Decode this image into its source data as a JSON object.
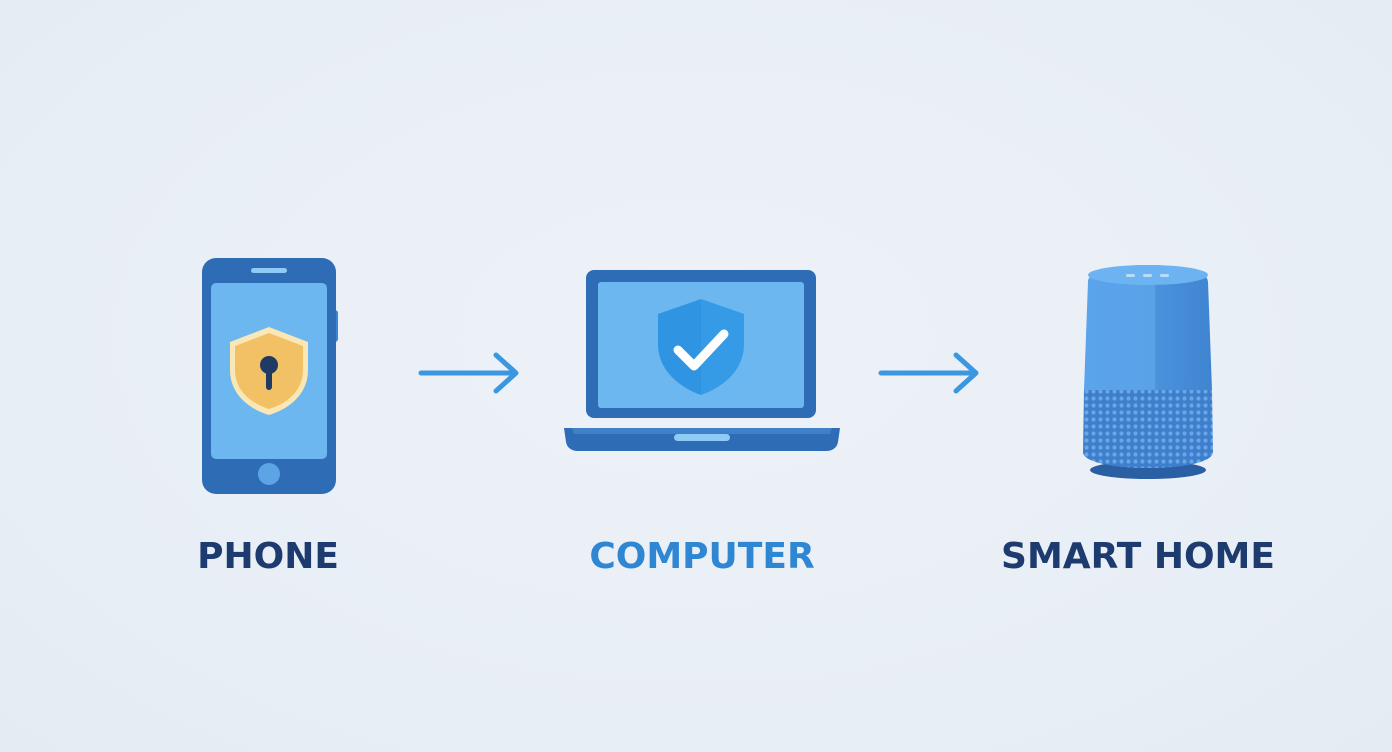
{
  "flow": {
    "steps": [
      {
        "label": "PHONE",
        "icon": "smartphone-lock-shield-icon",
        "label_color": "#1d3b6e"
      },
      {
        "label": "COMPUTER",
        "icon": "laptop-check-shield-icon",
        "label_color": "#2f86d2"
      },
      {
        "label": "SMART HOME",
        "icon": "smart-speaker-icon",
        "label_color": "#1d3b6e"
      }
    ],
    "connector_icon": "arrow-right-icon"
  },
  "colors": {
    "background": "#e9eff6",
    "device_dark": "#2f6db5",
    "screen": "#6cb7ef",
    "shield_gold": "#f2c166",
    "accent_blue": "#3a97e0"
  }
}
